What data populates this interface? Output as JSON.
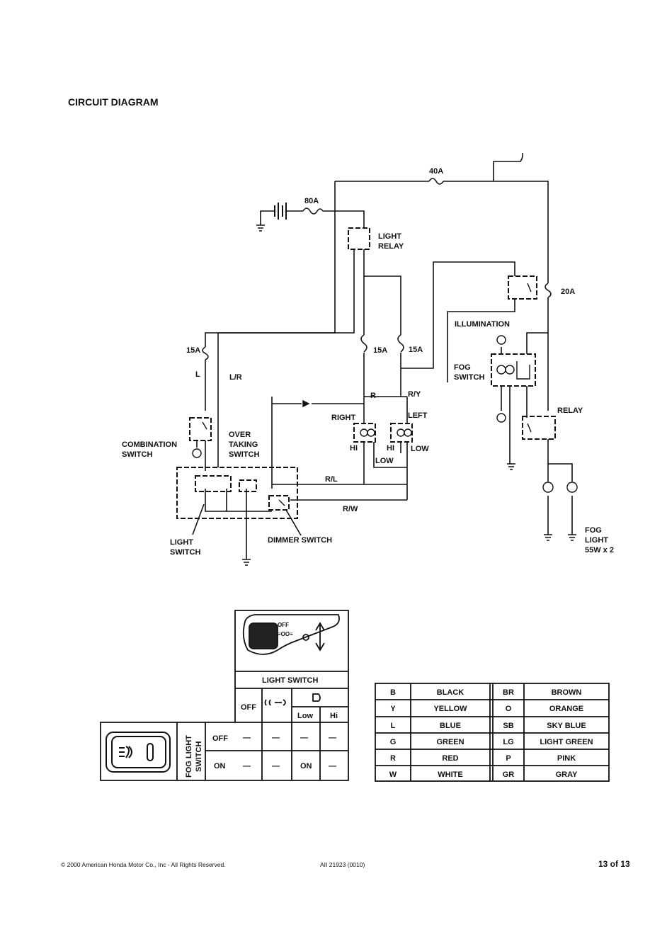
{
  "title": "CIRCUIT DIAGRAM",
  "diagram": {
    "fuse_40a": "40A",
    "fuse_80a": "80A",
    "fuse_20a": "20A",
    "fuse_15a_left": "15A",
    "fuse_15a_mid": "15A",
    "fuse_15a_right": "15A",
    "light_relay": [
      "LIGHT",
      "RELAY"
    ],
    "illumination": "ILLUMINATION",
    "fog_switch": [
      "FOG",
      "SWITCH"
    ],
    "relay": "RELAY",
    "wire_l": "L",
    "wire_lr": "L/R",
    "wire_r": "R",
    "wire_ry": "R/Y",
    "wire_rl": "R/L",
    "wire_rw": "R/W",
    "right": "RIGHT",
    "left": "LEFT",
    "hi_right": "HI",
    "hi_left": "HI",
    "low_right": "LOW",
    "low_left": "LOW",
    "combination_switch": [
      "COMBINATION",
      "SWITCH"
    ],
    "over_taking_switch": [
      "OVER",
      "TAKING",
      "SWITCH"
    ],
    "light_switch": [
      "LIGHT",
      "SWITCH"
    ],
    "dimmer_switch": "DIMMER SWITCH",
    "fog_light": [
      "FOG",
      "LIGHT",
      "55W x 2"
    ]
  },
  "switch_table": {
    "header": "LIGHT SWITCH",
    "col_off": "OFF",
    "col_low": "Low",
    "col_hi": "Hi",
    "stalk_marks": [
      "OFF",
      "≡OO≡"
    ],
    "row_label": [
      "FOG LIGHT",
      "SWITCH"
    ],
    "rows": [
      {
        "label": "OFF",
        "cells": [
          "—",
          "—",
          "—",
          "—"
        ]
      },
      {
        "label": "ON",
        "cells": [
          "—",
          "—",
          "ON",
          "—"
        ]
      }
    ]
  },
  "color_table": [
    {
      "code": "B",
      "name": "BLACK",
      "code2": "BR",
      "name2": "BROWN"
    },
    {
      "code": "Y",
      "name": "YELLOW",
      "code2": "O",
      "name2": "ORANGE"
    },
    {
      "code": "L",
      "name": "BLUE",
      "code2": "SB",
      "name2": "SKY BLUE"
    },
    {
      "code": "G",
      "name": "GREEN",
      "code2": "LG",
      "name2": "LIGHT GREEN"
    },
    {
      "code": "R",
      "name": "RED",
      "code2": "P",
      "name2": "PINK"
    },
    {
      "code": "W",
      "name": "WHITE",
      "code2": "GR",
      "name2": "GRAY"
    }
  ],
  "footer": {
    "copyright": "© 2000 American Honda Motor Co., Inc - All Rights Reserved.",
    "doc_id": "AII 21923 (0010)",
    "page": "13 of 13"
  }
}
